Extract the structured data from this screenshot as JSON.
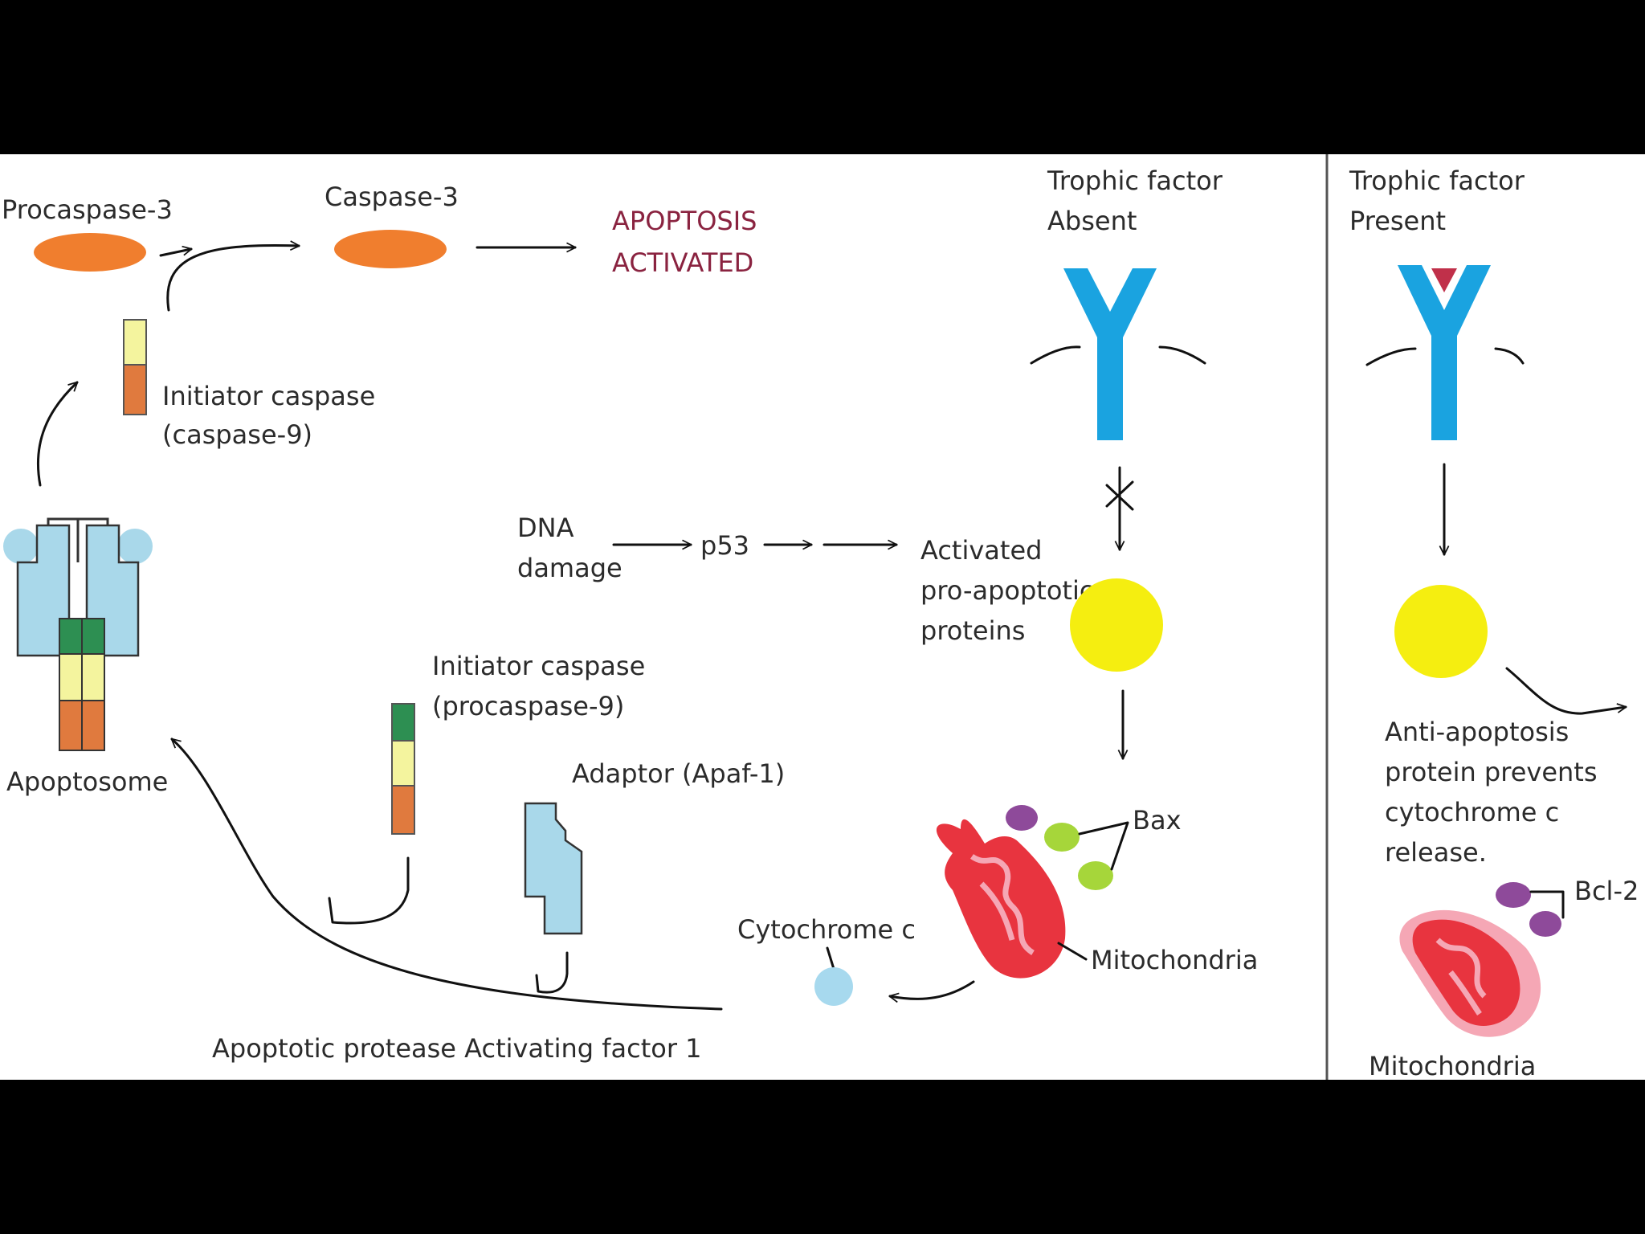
{
  "labels": {
    "procaspase3": "Procaspase-3",
    "caspase3": "Caspase-3",
    "apoptosis_line1": "APOPTOSIS",
    "apoptosis_line2": "ACTIVATED",
    "initiator_caspase9_line1": "Initiator caspase",
    "initiator_caspase9_line2": "(caspase-9)",
    "trophic_absent_line1": "Trophic factor",
    "trophic_absent_line2": "Absent",
    "trophic_present_line1": "Trophic factor",
    "trophic_present_line2": "Present",
    "dna_line1": "DNA",
    "dna_line2": "damage",
    "p53": "p53",
    "activated_line1": "Activated",
    "activated_line2": "pro-apoptotic",
    "activated_line3": "proteins",
    "apoptosome": "Apoptosome",
    "initiator_procaspase9_line1": "Initiator caspase",
    "initiator_procaspase9_line2": "(procaspase-9)",
    "adaptor": "Adaptor (Apaf-1)",
    "bax": "Bax",
    "cytochrome_c": "Cytochrome c",
    "mitochondria": "Mitochondria",
    "apaf1_full": "Apoptotic protease Activating factor 1",
    "anti_line1": "Anti-apoptosis",
    "anti_line2": "protein prevents",
    "anti_line3": "cytochrome c",
    "anti_line4": "release.",
    "bcl2": "Bcl-2",
    "mitochondria_right": "Mitochondria"
  },
  "colors": {
    "letterbox": "#000000",
    "background": "#ffffff",
    "caspase_orange": "#f07e2e",
    "receptor_blue": "#1aa3e0",
    "ligand_red": "#c0304a",
    "protein_yellow": "#f5ee10",
    "apoptosome_blue": "#a9d8ea",
    "cytochrome_blue": "#a7d9ee",
    "caspase_green": "#2d8f52",
    "caspase_pale": "#f4f49e",
    "caspase_brown": "#e07a3e",
    "bax_green": "#a6d63a",
    "bax_purple": "#8e4a9a",
    "mito_red": "#e8343f",
    "mito_pink": "#f5a7b5",
    "apoptosis_text": "#8a2340"
  }
}
